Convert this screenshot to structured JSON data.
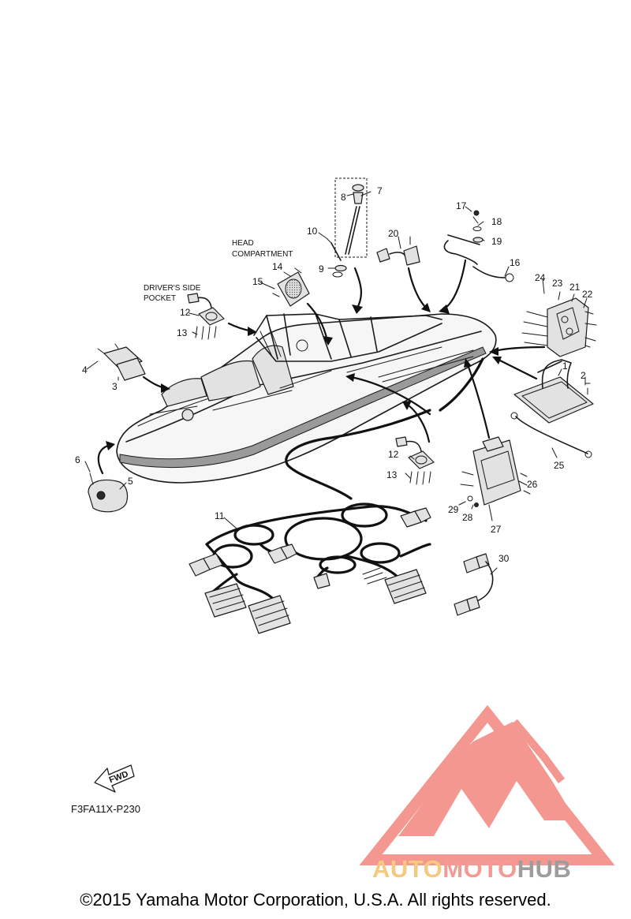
{
  "diagram": {
    "callouts": [
      "1",
      "2",
      "3",
      "4",
      "5",
      "6",
      "7",
      "8",
      "9",
      "10",
      "11",
      "12",
      "12",
      "13",
      "13",
      "14",
      "15",
      "16",
      "17",
      "18",
      "19",
      "20",
      "21",
      "22",
      "23",
      "24",
      "25",
      "26",
      "27",
      "28",
      "29",
      "30"
    ],
    "notes": {
      "head_compartment_line1": "HEAD",
      "head_compartment_line2": "COMPARTMENT",
      "drivers_pocket_line1": "DRIVER'S SIDE",
      "drivers_pocket_line2": "POCKET"
    },
    "fwd_label": "FWD",
    "figure_code": "F3FA11X-P230"
  },
  "watermark": {
    "brand_part1": "AUTO",
    "brand_part2": "MOTO",
    "brand_part3": "HUB",
    "colors": {
      "auto": "#f5c06a",
      "moto": "#f08a83",
      "hub": "#8c8c8c",
      "logo": "#f2857d"
    }
  },
  "copyright": "©2015 Yamaha Motor Corporation, U.S.A. All rights reserved."
}
